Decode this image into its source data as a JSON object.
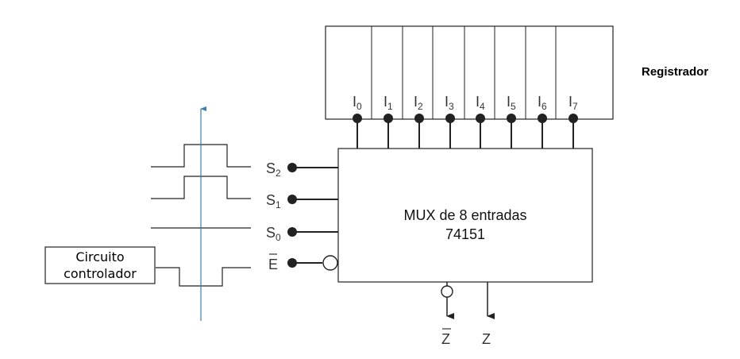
{
  "register": {
    "label": "Registrador",
    "inputs": [
      {
        "letter": "I",
        "sub": "0"
      },
      {
        "letter": "I",
        "sub": "1"
      },
      {
        "letter": "I",
        "sub": "2"
      },
      {
        "letter": "I",
        "sub": "3"
      },
      {
        "letter": "I",
        "sub": "4"
      },
      {
        "letter": "I",
        "sub": "5"
      },
      {
        "letter": "I",
        "sub": "6"
      },
      {
        "letter": "I",
        "sub": "7"
      }
    ]
  },
  "mux": {
    "line1": "MUX de 8 entradas",
    "line2": "74151"
  },
  "selects": [
    {
      "letter": "S",
      "sub": "2"
    },
    {
      "letter": "S",
      "sub": "1"
    },
    {
      "letter": "S",
      "sub": "0"
    }
  ],
  "enable": {
    "letter": "E"
  },
  "outputs": {
    "zbar": "Z",
    "z": "Z"
  },
  "controller": {
    "line1": "Circuito",
    "line2": "controlador"
  },
  "colors": {
    "line": "#222222",
    "marker": "#3a7fb0"
  }
}
